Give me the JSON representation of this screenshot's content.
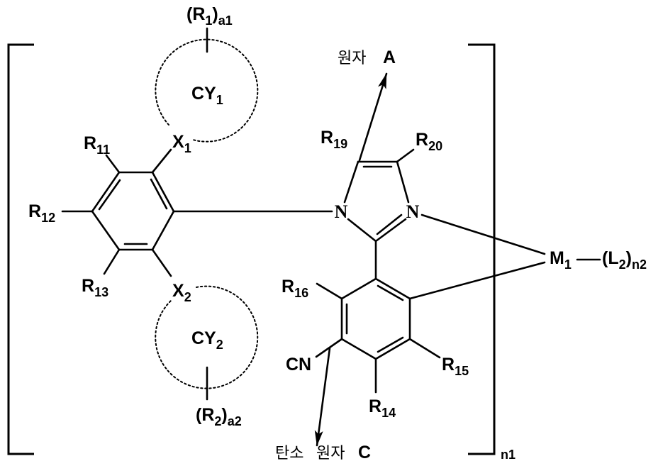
{
  "labels": {
    "r1_a1": {
      "open": "(R",
      "index": "1",
      "close": ")",
      "sub": "a1"
    },
    "cy1": {
      "base": "CY",
      "sub": "1"
    },
    "x1": {
      "base": "X",
      "sub": "1"
    },
    "r11": {
      "base": "R",
      "sub": "11"
    },
    "r12": {
      "base": "R",
      "sub": "12"
    },
    "r13": {
      "base": "R",
      "sub": "13"
    },
    "x2": {
      "base": "X",
      "sub": "2"
    },
    "cy2": {
      "base": "CY",
      "sub": "2"
    },
    "r2_a2": {
      "open": "(R",
      "index": "2",
      "close": ")",
      "sub": "a2"
    },
    "r19": {
      "base": "R",
      "sub": "19"
    },
    "r20": {
      "base": "R",
      "sub": "20"
    },
    "n_left": "N",
    "n_right": "N",
    "m1": {
      "base": "M",
      "sub": "1"
    },
    "l2_n2": {
      "open": "(L",
      "index": "2",
      "close": ")",
      "sub": "n2"
    },
    "r16": {
      "base": "R",
      "sub": "16"
    },
    "cn": "CN",
    "r15": {
      "base": "R",
      "sub": "15"
    },
    "r14": {
      "base": "R",
      "sub": "14"
    },
    "bracket_sub": "n1"
  },
  "annotations": {
    "atom_a": {
      "word": "원자",
      "letter": "A"
    },
    "carbon_c": {
      "word1": "탄소",
      "word2": "원자",
      "letter": "C"
    }
  }
}
